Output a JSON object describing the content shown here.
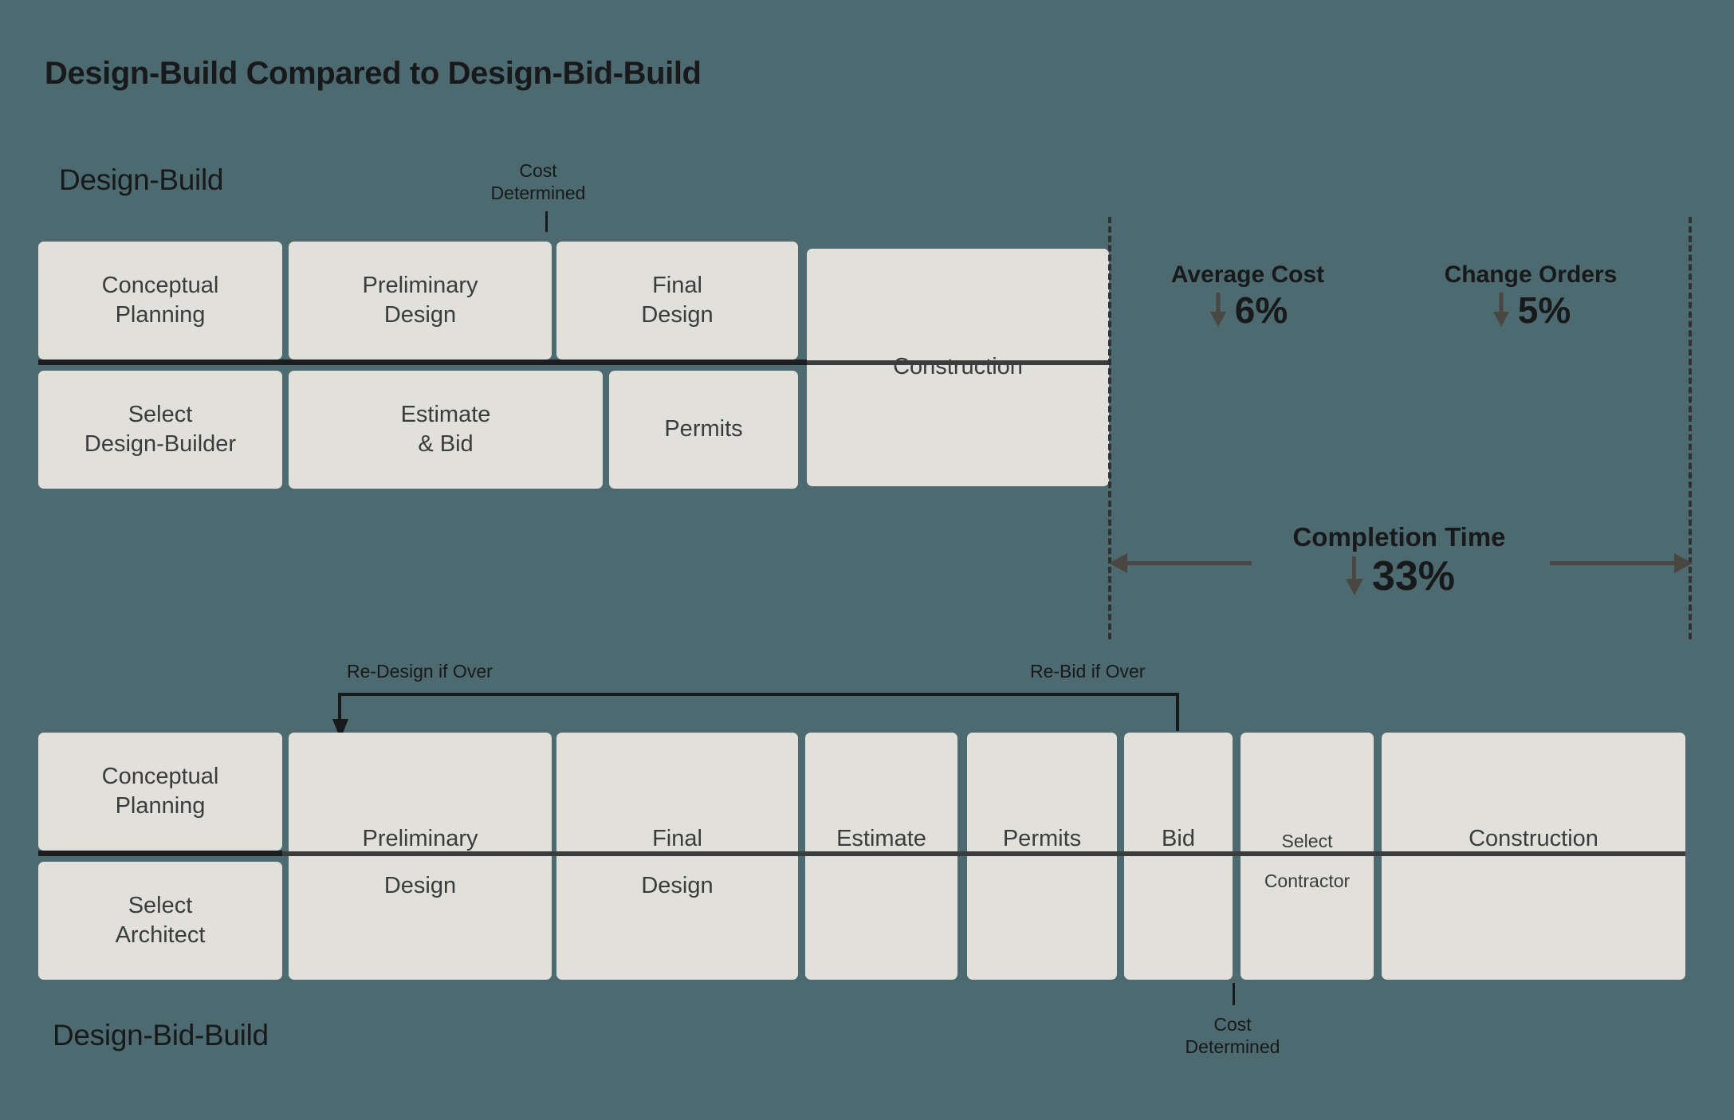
{
  "title": "Design-Build Compared to Design-Bid-Build",
  "colors": {
    "background": "#4c6a70",
    "box_fill": "#e2e0db",
    "ink": "#17191a",
    "box_text": "#3a3c3d",
    "arrow": "#4a4642"
  },
  "design_build": {
    "section_label": "Design-Build",
    "cost_marker": {
      "line1": "Cost",
      "line2": "Determined"
    },
    "row_top": [
      {
        "name": "conceptual-planning",
        "line1": "Conceptual",
        "line2": "Planning"
      },
      {
        "name": "preliminary-design",
        "line1": "Preliminary",
        "line2": "Design"
      },
      {
        "name": "final-design",
        "line1": "Final",
        "line2": "Design"
      }
    ],
    "row_bottom": [
      {
        "name": "select-design-builder",
        "line1": "Select",
        "line2": "Design-Builder"
      },
      {
        "name": "estimate-and-bid",
        "line1": "Estimate",
        "line2": "& Bid"
      },
      {
        "name": "permits",
        "line1": "Permits",
        "line2": ""
      }
    ],
    "construction": {
      "name": "construction",
      "label": "Construction"
    }
  },
  "stats": [
    {
      "name": "average-cost",
      "label": "Average Cost",
      "direction": "down",
      "value": "6%"
    },
    {
      "name": "change-orders",
      "label": "Change Orders",
      "direction": "down",
      "value": "5%"
    }
  ],
  "completion": {
    "label": "Completion Time",
    "direction": "down",
    "value": "33%"
  },
  "design_bid_build": {
    "section_label": "Design-Bid-Build",
    "redesign_label": "Re-Design if Over",
    "rebid_label": "Re-Bid if Over",
    "cost_marker": {
      "line1": "Cost",
      "line2": "Determined"
    },
    "stages": [
      {
        "name": "conceptual-planning",
        "upper": "Conceptual\nPlanning",
        "lower": "Select\nArchitect",
        "type": "stacked"
      },
      {
        "name": "preliminary-design",
        "upper": "Preliminary",
        "lower": "Design",
        "type": "split"
      },
      {
        "name": "final-design",
        "upper": "Final",
        "lower": "Design",
        "type": "split"
      },
      {
        "name": "estimate",
        "upper": "Estimate",
        "lower": "",
        "type": "split"
      },
      {
        "name": "permits",
        "upper": "Permits",
        "lower": "",
        "type": "split"
      },
      {
        "name": "bid",
        "upper": "Bid",
        "lower": "",
        "type": "split"
      },
      {
        "name": "select-contractor",
        "upper": "Select",
        "lower": "Contractor",
        "type": "split-small"
      },
      {
        "name": "construction",
        "upper": "Construction",
        "lower": "",
        "type": "split"
      }
    ]
  }
}
